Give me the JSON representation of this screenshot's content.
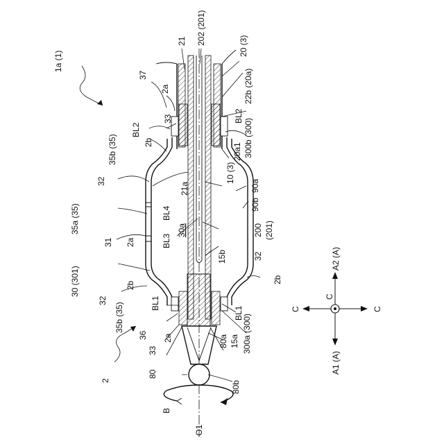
{
  "labels": {
    "l_1a": "1a (1)",
    "l_21": "21",
    "l_202": "202 (201)",
    "l_20_3": "20 (3)",
    "l_37": "37",
    "l_2a_top": "2a",
    "l_22b": "22b (20a)",
    "l_33_top": "33",
    "l_bl2_left": "BL2",
    "l_bl2_right": "BL2",
    "l_35b_top": "35b (35)",
    "l_2b_top": "2b",
    "l_300b": "300b (300)",
    "l_20a1": "20a1",
    "l_21a": "21a",
    "l_10_3": "10 (3)",
    "l_90a": "90a",
    "l_32_top": "32",
    "l_bl4": "BL4",
    "l_90b": "90b",
    "l_35a": "35a (35)",
    "l_30a": "30a",
    "l_200": "200",
    "l_201": "(201)",
    "l_31": "31",
    "l_2a_mid": "2a",
    "l_bl3": "BL3",
    "l_15b": "15b",
    "l_32_right": "32",
    "l_30_301": "30 (301)",
    "l_2b_bot": "2b",
    "l_2b_right": "2b",
    "l_32_bot": "32",
    "l_bl1_left": "BL1",
    "l_bl1_right": "BL1",
    "l_35b_bot": "35b (35)",
    "l_36": "36",
    "l_300a": "300a (300)",
    "l_80a": "80a",
    "l_15a": "15a",
    "l_33_bot": "33",
    "l_2a_bot": "2a",
    "l_2": "2",
    "l_80": "80",
    "l_80b": "80b",
    "l_b": "B",
    "l_o1": "O1",
    "l_a2": "A2 (A)",
    "l_a1": "A1 (A)",
    "l_c_left": "C",
    "l_c_center": "C",
    "l_c_right": "C"
  },
  "icons": {
    "direction_indicator": "direction-arrows-icon",
    "rotation_arrow": "rotation-arrow-icon"
  },
  "colors": {
    "ink": "#111111",
    "paper": "#ffffff"
  }
}
